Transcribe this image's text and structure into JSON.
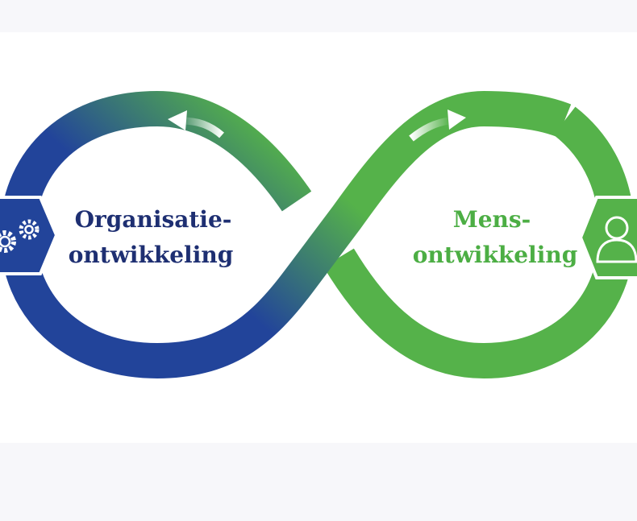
{
  "colors": {
    "blue": "#22449a",
    "green": "#55b24a",
    "text_blue": "#1e2f72",
    "text_green": "#4cae44"
  },
  "left": {
    "line1": "Organisatie-",
    "line2": "ontwikkeling",
    "icon": "gears-icon"
  },
  "right": {
    "line1": "Mens-",
    "line2": "ontwikkeling",
    "icon": "person-icon"
  }
}
